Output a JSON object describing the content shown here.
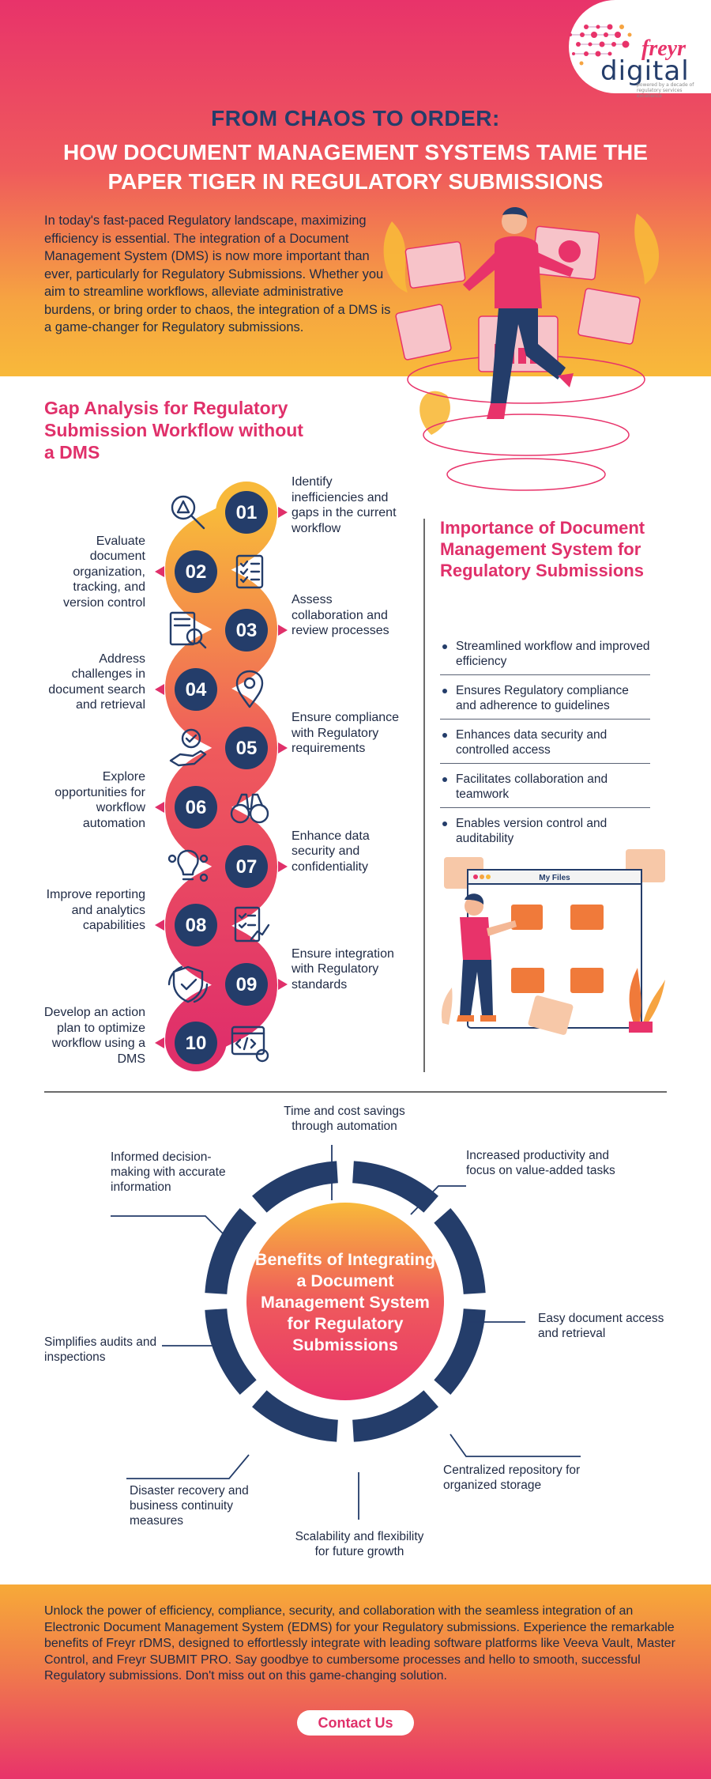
{
  "brand": {
    "logo_word_1": "freyr",
    "logo_word_2": "digital",
    "logo_tagline": "powered by a decade of regulatory services excellence",
    "colors": {
      "pink": "#e8336a",
      "orange": "#f6a441",
      "navy": "#243d6a"
    }
  },
  "header": {
    "title_line_1": "FROM CHAOS TO ORDER:",
    "title_line_2": "HOW DOCUMENT MANAGEMENT SYSTEMS TAME THE PAPER TIGER IN REGULATORY SUBMISSIONS",
    "intro": "In today's fast-paced Regulatory landscape, maximizing efficiency is essential. The integration of a Document Management System (DMS) is now more important than ever, particularly for Regulatory Submissions. Whether you aim to streamline workflows, alleviate administrative burdens, or bring order to chaos, the integration of a DMS is a game-changer for Regulatory submissions."
  },
  "gap_analysis": {
    "title": "Gap Analysis for Regulatory Submission Workflow without a DMS",
    "steps": [
      {
        "num": "01",
        "text": "Identify inefficiencies and gaps in the current workflow",
        "icon": "magnifier-warning-icon"
      },
      {
        "num": "02",
        "text": "Evaluate document organization, tracking, and version control",
        "icon": "checklist-icon"
      },
      {
        "num": "03",
        "text": "Assess collaboration and review processes",
        "icon": "document-search-icon"
      },
      {
        "num": "04",
        "text": "Address challenges in document search and retrieval",
        "icon": "location-pin-icon"
      },
      {
        "num": "05",
        "text": "Ensure compliance with Regulatory requirements",
        "icon": "hand-check-icon"
      },
      {
        "num": "06",
        "text": "Explore opportunities for workflow automation",
        "icon": "binoculars-icon"
      },
      {
        "num": "07",
        "text": "Enhance data security and confidentiality",
        "icon": "lightbulb-gears-icon"
      },
      {
        "num": "08",
        "text": "Improve reporting and analytics capabilities",
        "icon": "report-chart-icon"
      },
      {
        "num": "09",
        "text": "Ensure integration with Regulatory standards",
        "icon": "shield-check-icon"
      },
      {
        "num": "10",
        "text": "Develop an action plan to optimize workflow using a DMS",
        "icon": "code-window-icon"
      }
    ]
  },
  "importance": {
    "title": "Importance of Document Management System for Regulatory Submissions",
    "items": [
      "Streamlined workflow and improved efficiency",
      "Ensures Regulatory compliance and adherence to guidelines",
      "Enhances data security and controlled access",
      "Facilitates collaboration and teamwork",
      "Enables version control and auditability"
    ],
    "files_window_title": "My Files"
  },
  "benefits": {
    "center": "Benefits of Integrating a Document Management System for Regulatory Submissions",
    "items": [
      "Time and cost savings through automation",
      "Increased productivity and focus on value-added tasks",
      "Easy document access and retrieval",
      "Centralized repository for organized storage",
      "Scalability and flexibility for future growth",
      "Disaster recovery and business continuity measures",
      "Simplifies audits and inspections",
      "Informed decision-making with accurate information"
    ]
  },
  "footer": {
    "text": "Unlock the power of efficiency, compliance, security, and collaboration with the seamless integration of an Electronic Document Management System (EDMS) for your Regulatory submissions. Experience the remarkable benefits of Freyr rDMS, designed to effortlessly integrate with leading software platforms like Veeva Vault, Master Control, and Freyr SUBMIT PRO. Say goodbye to cumbersome processes and hello to smooth, successful Regulatory submissions. Don't miss out on this game-changing solution.",
    "cta_label": "Contact Us"
  }
}
